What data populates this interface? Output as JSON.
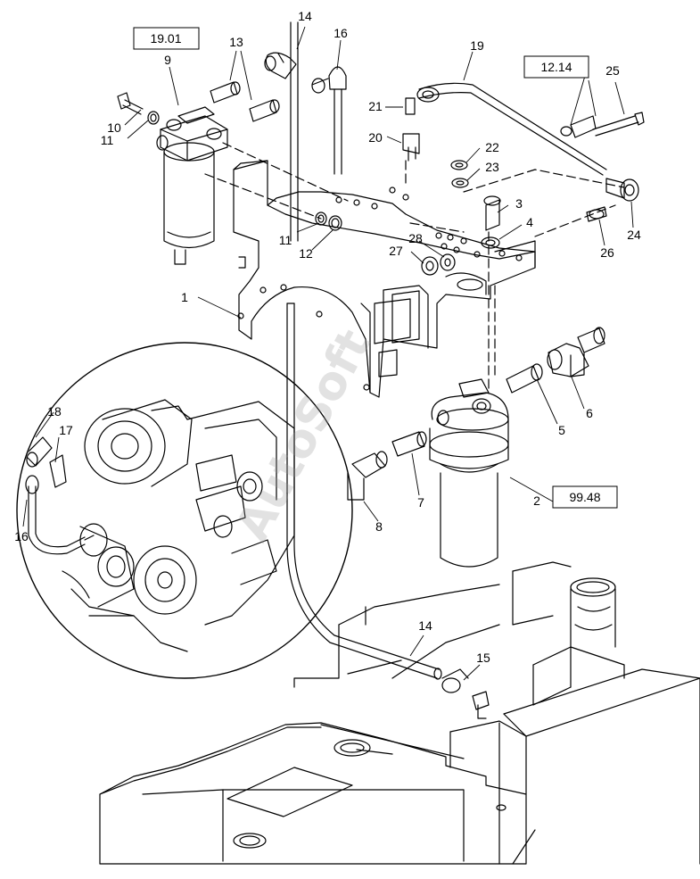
{
  "callouts": {
    "c1": "1",
    "c2": "2",
    "c3": "3",
    "c4": "4",
    "c5": "5",
    "c6": "6",
    "c7": "7",
    "c8": "8",
    "c9": "9",
    "c10": "10",
    "c11a": "11",
    "c11b": "11",
    "c12": "12",
    "c13": "13",
    "c14a": "14",
    "c14b": "14",
    "c15": "15",
    "c16a": "16",
    "c16b": "16",
    "c17": "17",
    "c18": "18",
    "c19": "19",
    "c20": "20",
    "c21": "21",
    "c22": "22",
    "c23": "23",
    "c24": "24",
    "c25": "25",
    "c26": "26",
    "c27": "27",
    "c28": "28"
  },
  "references": {
    "ref_19_01": "19.01",
    "ref_12_14": "12.14",
    "ref_99_48": "99.48"
  },
  "watermark": "AutoSoft"
}
